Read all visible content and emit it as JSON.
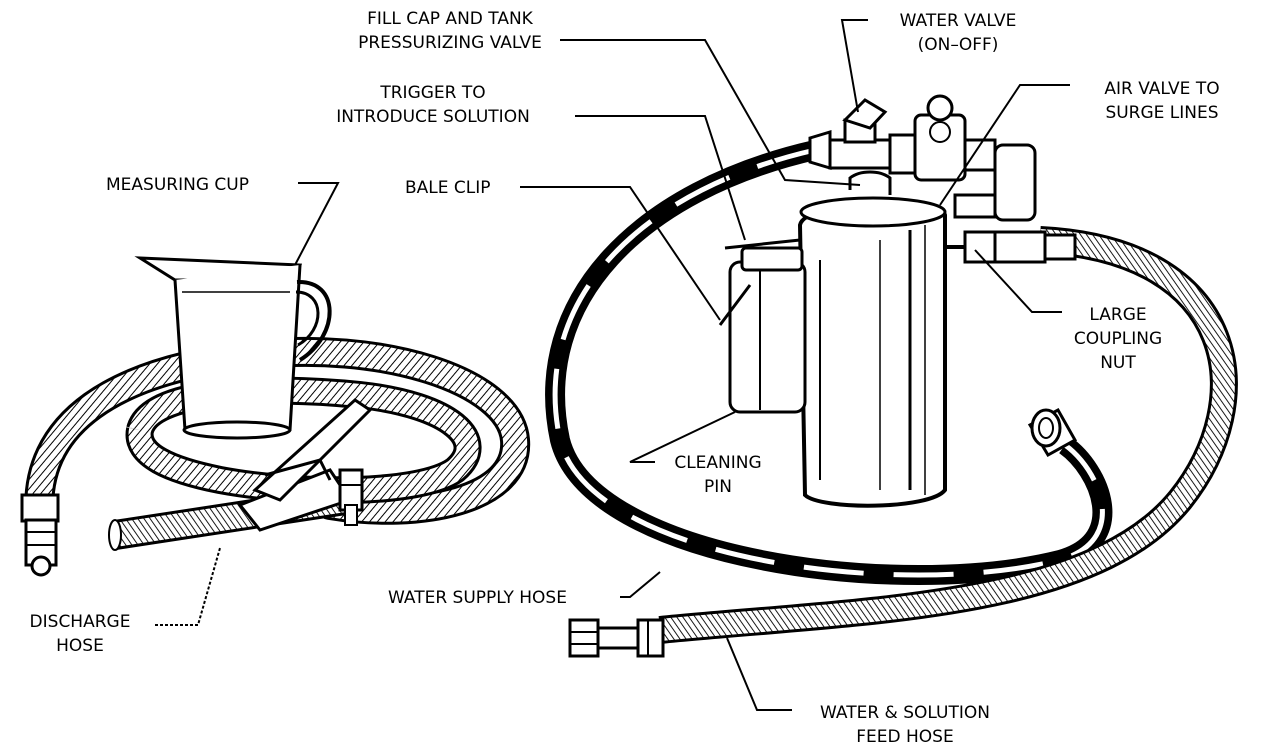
{
  "labels": {
    "fill_cap": [
      "FILL CAP AND TANK",
      "PRESSURIZING VALVE"
    ],
    "water_valve": [
      "WATER  VALVE",
      "(ON–OFF)"
    ],
    "trigger": [
      "TRIGGER TO",
      "INTRODUCE SOLUTION"
    ],
    "air_valve": [
      "AIR VALVE TO",
      "SURGE LINES"
    ],
    "measuring_cup": "MEASURING CUP",
    "bale_clip": "BALE CLIP",
    "large_coupling_nut": [
      "LARGE",
      "COUPLING",
      "NUT"
    ],
    "cleaning_pin": [
      "CLEANING",
      "PIN"
    ],
    "discharge_hose": [
      "DISCHARGE",
      "HOSE"
    ],
    "water_supply_hose": "WATER SUPPLY HOSE",
    "feed_hose": [
      "WATER & SOLUTION",
      "FEED HOSE"
    ]
  }
}
